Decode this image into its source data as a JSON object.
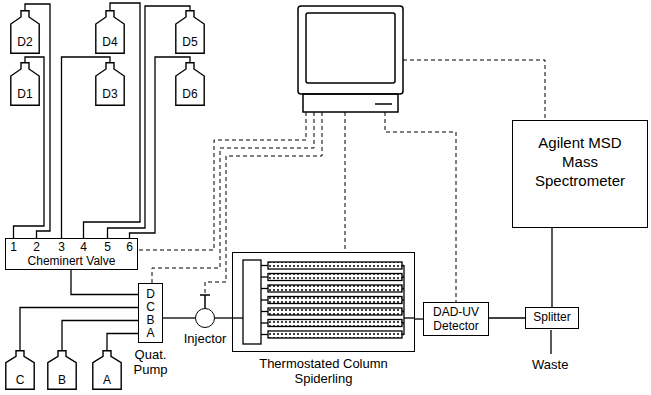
{
  "diagram": {
    "nodes": [
      {
        "text": [
          "D2"
        ]
      },
      {
        "text": [
          "D4"
        ]
      },
      {
        "text": [
          "D5"
        ]
      },
      {
        "text": [
          "D1"
        ]
      },
      {
        "text": [
          "D3"
        ]
      },
      {
        "text": [
          "D6"
        ]
      },
      {
        "text": [
          "1",
          "2",
          "3",
          "4",
          "5",
          "6",
          "Cheminert Valve"
        ]
      },
      {
        "text": [
          "D",
          "C",
          "B",
          "A",
          "Quat. Pump"
        ]
      },
      {
        "text": [
          "Injector"
        ]
      },
      {
        "text": [
          "Thermostated Column Spiderling"
        ]
      },
      {
        "text": [
          "DAD-UV Detector"
        ]
      },
      {
        "text": [
          "Agilent MSD Mass Spectrometer"
        ]
      },
      {
        "text": [
          "Splitter"
        ]
      },
      {
        "text": [
          "C"
        ]
      },
      {
        "text": [
          "B"
        ]
      },
      {
        "text": [
          "A"
        ]
      }
    ],
    "edges": [
      {
        "from": 3,
        "to": 6,
        "arrow": "none"
      },
      {
        "from": 0,
        "to": 6,
        "arrow": "none"
      },
      {
        "from": 4,
        "to": 6,
        "arrow": "none"
      },
      {
        "from": 1,
        "to": 6,
        "arrow": "none"
      },
      {
        "from": 2,
        "to": 6,
        "arrow": "none"
      },
      {
        "from": 5,
        "to": 6,
        "arrow": "none"
      },
      {
        "from": 6,
        "to": 7,
        "arrow": "none"
      },
      {
        "from": 13,
        "to": 7,
        "arrow": "none"
      },
      {
        "from": 14,
        "to": 7,
        "arrow": "none"
      },
      {
        "from": 15,
        "to": 7,
        "arrow": "none"
      },
      {
        "from": 7,
        "to": 8,
        "arrow": "none"
      },
      {
        "from": 8,
        "to": 9,
        "arrow": "none"
      },
      {
        "from": 9,
        "to": 10,
        "arrow": "none"
      },
      {
        "from": 10,
        "to": 12,
        "arrow": "none"
      },
      {
        "from": 12,
        "to": 11,
        "arrow": "none"
      }
    ],
    "labels": [
      "Waste"
    ]
  }
}
